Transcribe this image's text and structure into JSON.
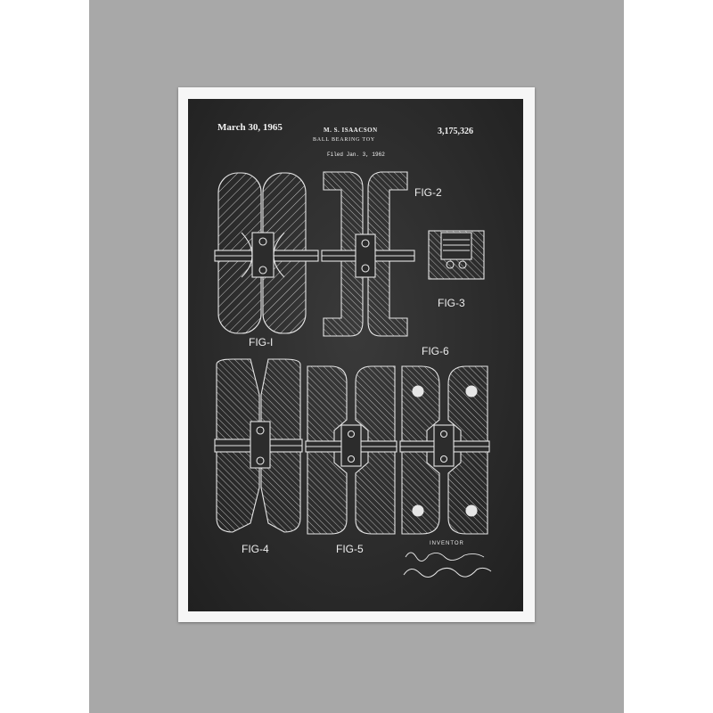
{
  "header": {
    "date": "March 30, 1965",
    "inventor": "M. S. ISAACSON",
    "title": "BALL BEARING TOY",
    "filed": "Filed Jan. 3, 1962",
    "patent_number": "3,175,326"
  },
  "figures": {
    "fig1": "FIG-I",
    "fig2": "FIG-2",
    "fig3": "FIG-3",
    "fig4": "FIG-4",
    "fig5": "FIG-5",
    "fig6": "FIG-6"
  },
  "signature_block": {
    "label": "INVENTOR"
  },
  "colors": {
    "wall": "#a8a8a8",
    "frame": "#f6f6f6",
    "chalkboard": "#2c2c2c",
    "line": "#e6e6e6"
  }
}
